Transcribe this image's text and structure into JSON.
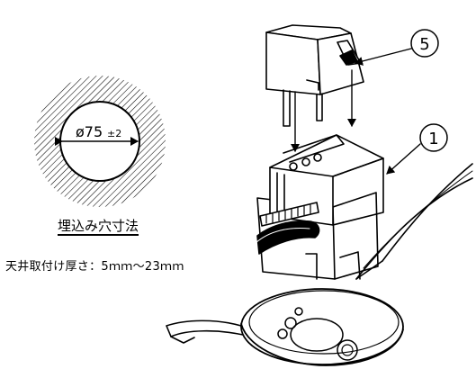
{
  "hole_diagram": {
    "diameter_label": "ø75",
    "tolerance_label": "±2",
    "title": "埋込み穴寸法",
    "ceiling_thickness": "天井取付け厚さ：5ｍｍ～23ｍｍ"
  },
  "callouts": [
    {
      "number": "1"
    },
    {
      "number": "5"
    }
  ]
}
